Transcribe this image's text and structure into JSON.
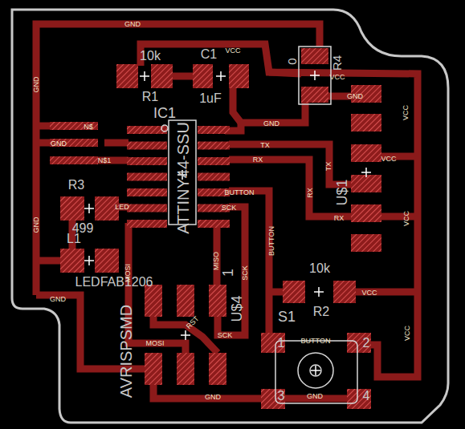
{
  "diagram": {
    "labels": [
      "GND",
      "VCC",
      "10k",
      "C1",
      "0",
      "R4",
      "VCC",
      "GND",
      "R1",
      "1uF",
      "IC1",
      "GND",
      "GND",
      "VCC",
      "N$",
      "GND",
      "N$1",
      "TX",
      "RX",
      "VCC",
      "TX",
      "U$1",
      "RX",
      "RX",
      "ATTINY44-SSU",
      "BUTTON",
      "SCK",
      "LED",
      "R3",
      "499",
      "L1",
      "GND",
      "VCC",
      "BUTTON",
      "MISO",
      "1",
      "SCK",
      "LEDFAB1206",
      "MOSI",
      "U$4",
      "10k",
      "VCC",
      "R2",
      "S1",
      "GND",
      "RST",
      "SCK",
      "VCC",
      "AVRISPSMD",
      "MOSI",
      "1",
      "BUTTON",
      "2",
      "3",
      "GND",
      "4",
      "GND"
    ]
  }
}
